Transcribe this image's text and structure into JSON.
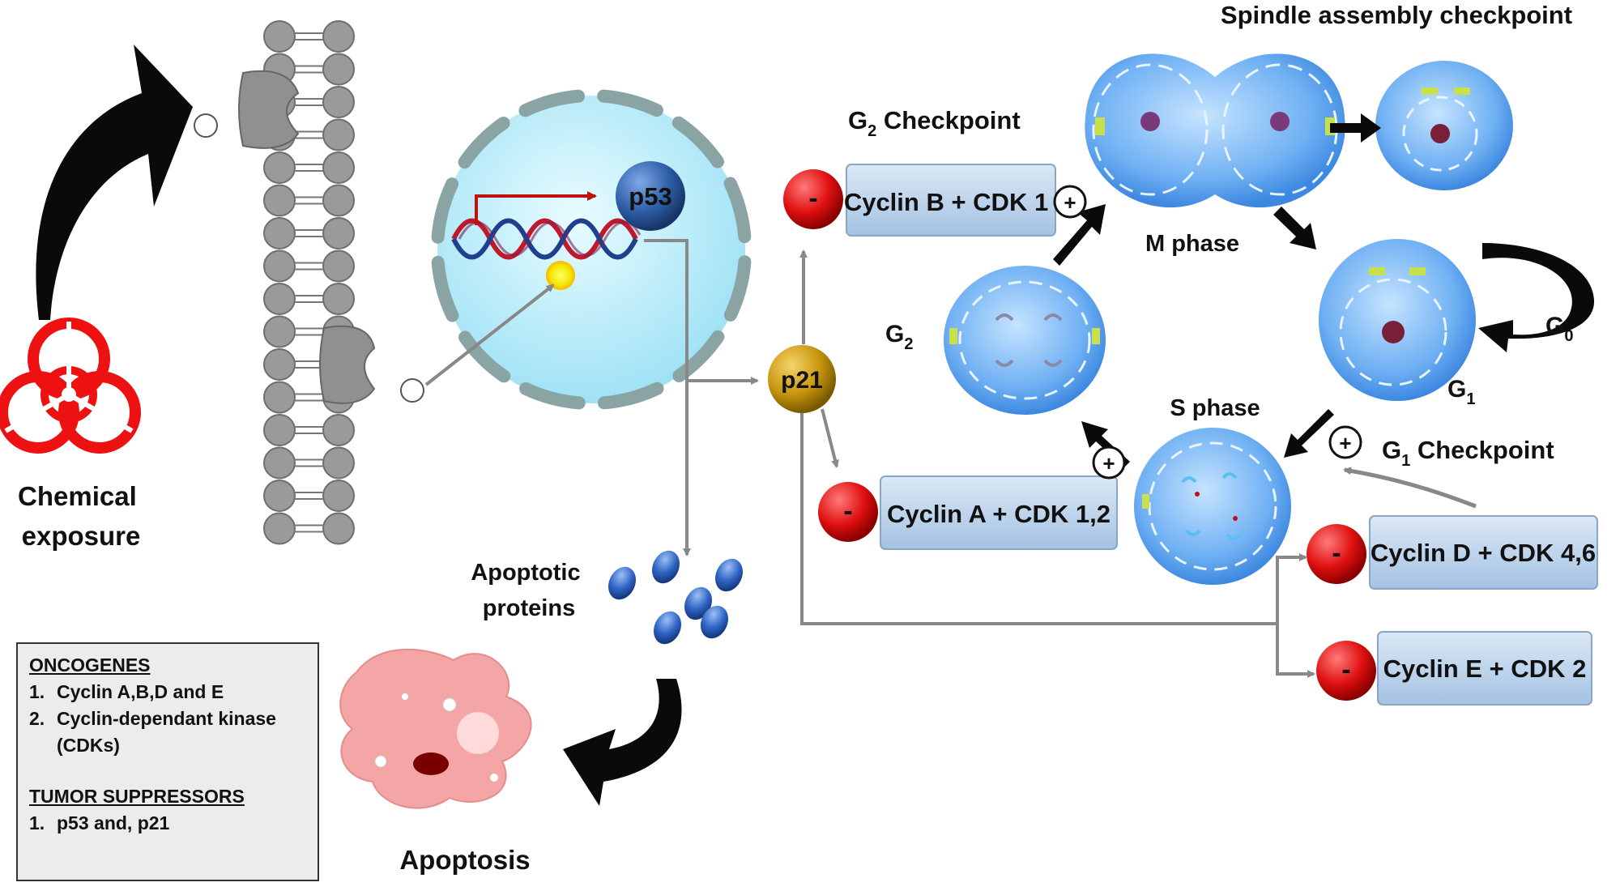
{
  "labels": {
    "chemical_exposure": [
      "Chemical",
      "exposure"
    ],
    "p53": "p53",
    "p21": "p21",
    "apoptotic_proteins": [
      "Apoptotic",
      "proteins"
    ],
    "apoptosis": "Apoptosis",
    "spindle_checkpoint": "Spindle assembly checkpoint",
    "g2_checkpoint": {
      "main": "G",
      "sub": "2",
      "rest": " Checkpoint"
    },
    "g1_checkpoint": {
      "main": "G",
      "sub": "1",
      "rest": " Checkpoint"
    },
    "m_phase": "M phase",
    "s_phase": "S phase",
    "g2": {
      "main": "G",
      "sub": "2"
    },
    "g1": {
      "main": "G",
      "sub": "1"
    },
    "g0": {
      "main": "G",
      "sub": "0"
    }
  },
  "boxes": {
    "cyclin_b": "Cyclin B + CDK 1",
    "cyclin_a": "Cyclin A + CDK 1,2",
    "cyclin_d": "Cyclin D + CDK 4,6",
    "cyclin_e": "Cyclin E + CDK 2"
  },
  "signs": {
    "minus": "-",
    "plus": "+"
  },
  "legend": {
    "oncogenes_title": "ONCOGENES",
    "oncogenes": [
      {
        "num": "1.",
        "text": "Cyclin A,B,D and E"
      },
      {
        "num": "2.",
        "text": "Cyclin-dependant kinase (CDKs)"
      }
    ],
    "suppressors_title": "TUMOR SUPPRESSORS",
    "suppressors": [
      {
        "num": "1.",
        "text": "p53 and, p21"
      }
    ]
  },
  "colors": {
    "biohazard": "#ee1111",
    "minus_node": "#dd1111",
    "p21_node": "#c99a10",
    "p53_node": "#2e5fa8",
    "box_fill": "#bcd3ea",
    "nucleus": "#bfefff",
    "cell": "#6aa8ef",
    "apoptotic_cell": "#f4a3a3",
    "connector": "#888888"
  }
}
